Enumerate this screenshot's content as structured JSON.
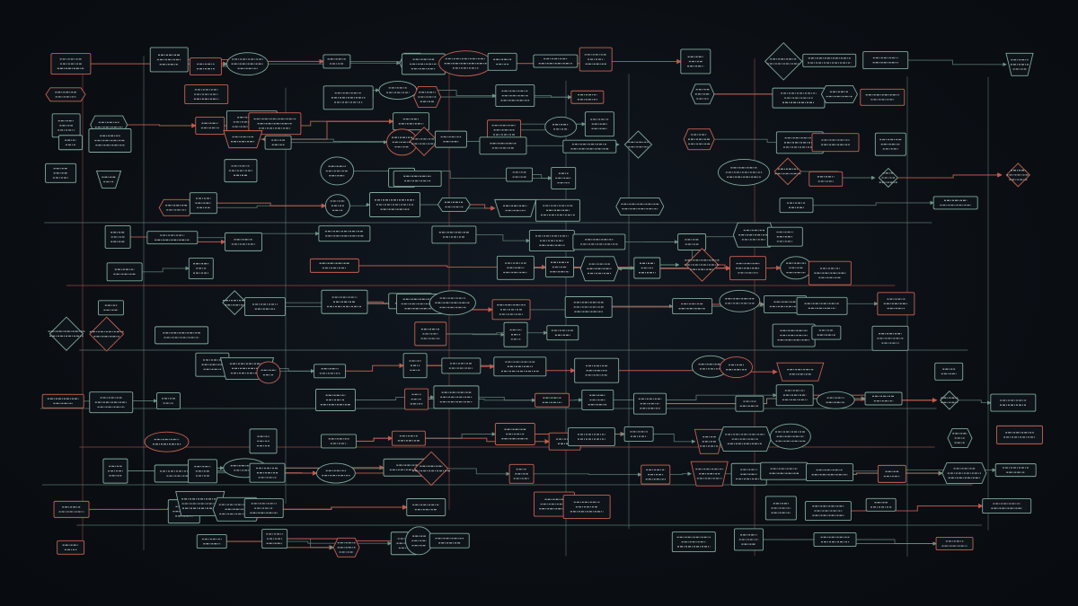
{
  "diagram": {
    "colors": {
      "background": "#0b0f14",
      "edge_green": "#6f9688",
      "edge_red": "#c65a4f",
      "node_stroke_green": "#7fa99a",
      "node_stroke_red": "#c9604f",
      "node_fill": "#0e141a",
      "label_text": "#b9c6c2"
    },
    "node_shapes": [
      "rect",
      "hexagon",
      "ellipse",
      "diamond",
      "pentagon",
      "trapezoid"
    ],
    "labels_legible": false
  }
}
